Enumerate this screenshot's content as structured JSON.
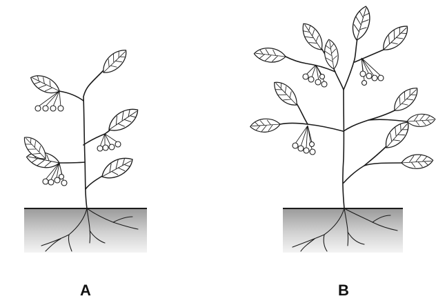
{
  "panels": [
    {
      "id": "A",
      "label": "A"
    },
    {
      "id": "B",
      "label": "B"
    }
  ],
  "colors": {
    "outline": "#1a1a1a",
    "soil_top": "#9a9a9a",
    "soil_bottom": "#f4f4f4"
  }
}
